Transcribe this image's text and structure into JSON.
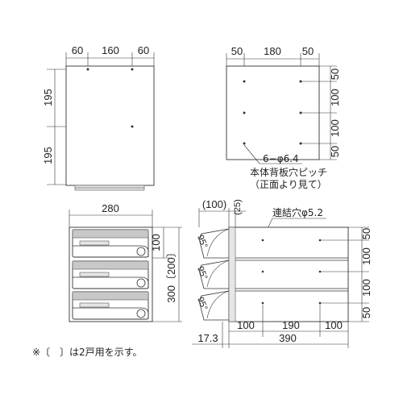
{
  "front_view": {
    "top_dims": [
      "60",
      "160",
      "60"
    ],
    "side_dims": [
      "195",
      "195"
    ]
  },
  "back_view": {
    "top_dims": [
      "50",
      "180",
      "50"
    ],
    "right_dims": [
      "50",
      "100",
      "100",
      "50"
    ],
    "hole_spec": "6−φ6.4",
    "note_line1": "本体背板穴ピッチ",
    "note_line2": "（正面より見て）"
  },
  "cabinet_view": {
    "width_dim": "280",
    "height_dim": "100",
    "total_dim": "300〔200〕"
  },
  "side_view": {
    "top_dims": [
      "(100)",
      "(25)"
    ],
    "hole_label": "連結穴φ5.2",
    "bottom_dims": [
      "100",
      "190",
      "100"
    ],
    "overall_dim": "390",
    "offset_dim": "17.3",
    "right_dims": [
      "50",
      "100",
      "100",
      "50"
    ],
    "angle_labels": [
      "95°",
      "95°",
      "95°"
    ]
  },
  "footnote": "※〔　〕は2戸用を示す。"
}
